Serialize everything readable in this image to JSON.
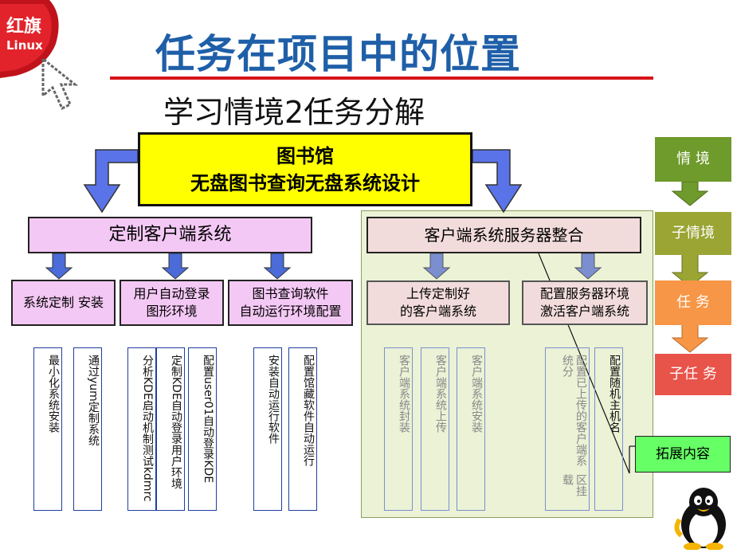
{
  "logo": {
    "text_line1": "红旗",
    "text_line2": "Linux"
  },
  "title": "任务在项目中的位置",
  "subtitle": "学习情境2任务分解",
  "top_box": {
    "line1": "图书馆",
    "line2": "无盘图书查询无盘系统设计"
  },
  "left_branch": {
    "label": "定制客户端系统",
    "subs": [
      {
        "label": "系统定制 安装"
      },
      {
        "label": "用户自动登录\n图形环境"
      },
      {
        "label": "图书查询软件\n自动运行环境配置"
      }
    ],
    "tasks": [
      "最小化系统安装",
      "通过yum定制系统",
      "分析KDE启动机制测试kdmrc",
      "定制KDE自动登录用户环境",
      "配置user01自动登录KDE",
      "安装自动运行软件",
      "配置馆藏软件自动运行"
    ]
  },
  "right_branch": {
    "label": "客户端系统服务器整合",
    "subs": [
      {
        "label": "上传定制好\n的客户端系统"
      },
      {
        "label": "配置服务器环境\n激活客户端系统"
      }
    ],
    "tasks": [
      "客户端系统封装",
      "客户端系统上传",
      "客户端系统安装",
      "区挂载",
      "配置已上传的客户端系统分",
      "配置随机主机名"
    ]
  },
  "legend": [
    "情 境",
    "子情境",
    "任 务",
    "子任 务"
  ],
  "callout": "拓展内容",
  "colors": {
    "title": "#1f5fa8",
    "top_box": "#ffff00",
    "pink": "#f4c8f4",
    "arrow_blue": "#4a6bd8",
    "legend_green": "#6f9a2c",
    "legend_olive": "#9aa534",
    "legend_orange": "#f79646",
    "legend_red": "#e8534a",
    "callout": "#66ff66"
  },
  "icons": [
    "logo-icon",
    "cursor-arrow-icon",
    "penguin-icon"
  ]
}
